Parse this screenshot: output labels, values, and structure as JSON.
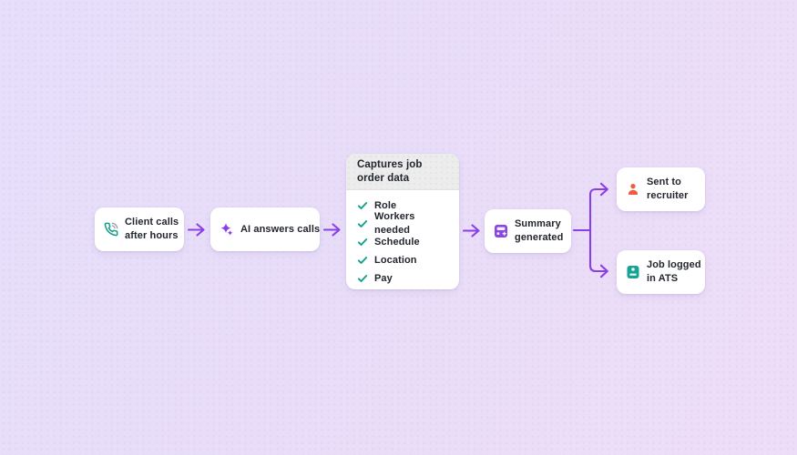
{
  "colors": {
    "arrow": "#8a3fe8",
    "sparkle-purple": "#8a3fe8",
    "summary-purple": "#8a46e4",
    "check-teal": "#12a28c",
    "phone-teal": "#129d89",
    "wave-gray": "#9aa1ab",
    "person-coral": "#f05b40",
    "ats-teal": "#16a394",
    "text-dark": "#23262e",
    "header-gray": "#ececec"
  },
  "flow": {
    "client_call": {
      "label": "Client calls\nafter hours",
      "icon": "phone-call-icon"
    },
    "ai_answers": {
      "label": "AI answers calls",
      "icon": "sparkles-icon"
    },
    "capture": {
      "title": "Captures job\norder data",
      "items": [
        "Role",
        "Workers needed",
        "Schedule",
        "Location",
        "Pay"
      ],
      "item_icon": "check-icon"
    },
    "summary": {
      "label": "Summary\ngenerated",
      "icon": "summary-doc-icon"
    },
    "recruiter": {
      "label": "Sent to\nrecruiter",
      "icon": "person-icon"
    },
    "ats": {
      "label": "Job logged\nin ATS",
      "icon": "database-icon"
    }
  }
}
